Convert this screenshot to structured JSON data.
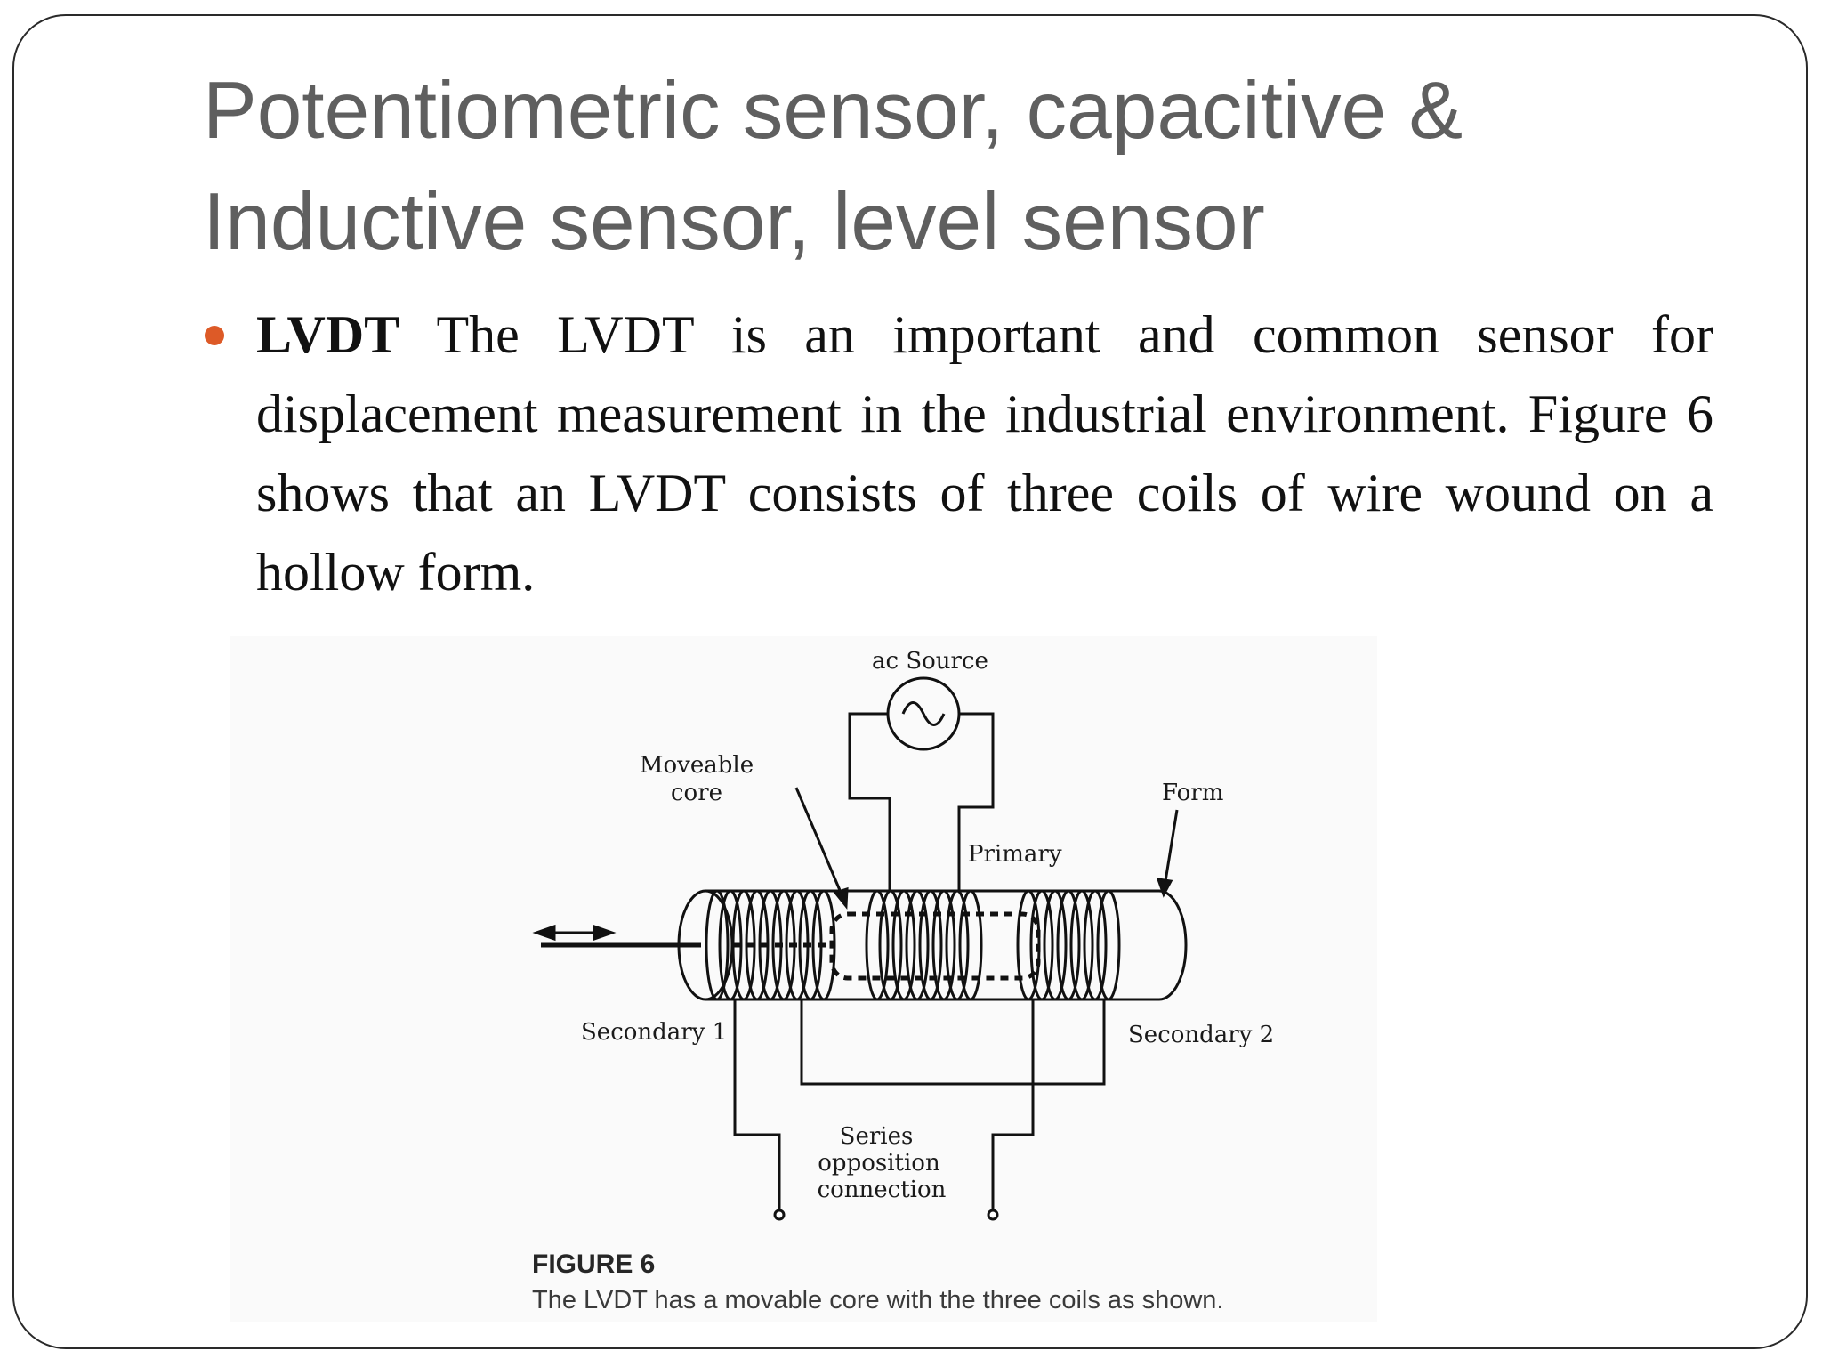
{
  "slide": {
    "title_line1": "Potentiometric sensor, capacitive &",
    "title_line2": "Inductive sensor, level sensor",
    "bullet_bold": "LVDT",
    "bullet_text": " The LVDT is an important and common sensor for displacement measurement in the industrial environment. Figure 6 shows that an LVDT consists of three coils of wire wound on a hollow form."
  },
  "figure": {
    "labels": {
      "ac_source": "ac Source",
      "moveable_core_1": "Moveable",
      "moveable_core_2": "core",
      "form": "Form",
      "primary": "Primary",
      "secondary_1": "Secondary 1",
      "secondary_2": "Secondary 2",
      "series_1": "Series",
      "series_2": "opposition",
      "series_3": "connection"
    },
    "caption_title": "FIGURE 6",
    "caption_text": "The LVDT has a movable core with the three coils as shown."
  },
  "colors": {
    "title": "#5f5f5f",
    "bullet": "#dd5a27",
    "body": "#111111",
    "frame": "#2a2a2a"
  }
}
